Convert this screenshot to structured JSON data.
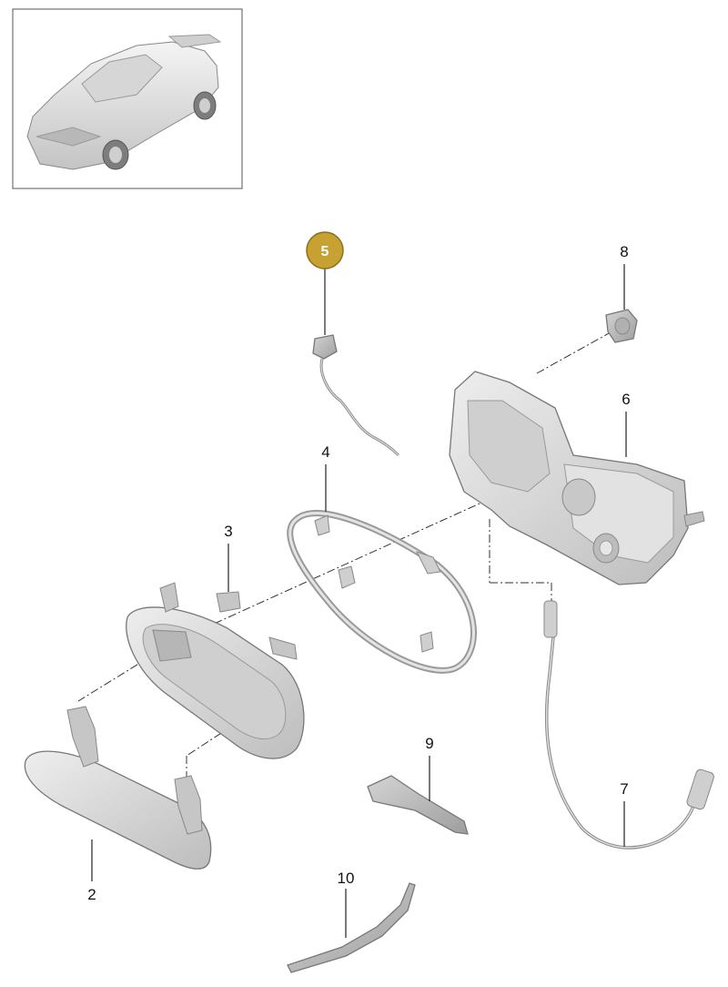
{
  "parts": [
    {
      "label": "2",
      "name": "door-handle"
    },
    {
      "label": "3",
      "name": "handle-housing"
    },
    {
      "label": "4",
      "name": "seal-frame"
    },
    {
      "label": "5",
      "name": "wire-harness",
      "highlighted": true
    },
    {
      "label": "6",
      "name": "handle-carrier"
    },
    {
      "label": "7",
      "name": "bowden-cable"
    },
    {
      "label": "8",
      "name": "grommet"
    },
    {
      "label": "9",
      "name": "key-blade"
    },
    {
      "label": "10",
      "name": "trim-strip"
    }
  ],
  "colors": {
    "highlight": "#c7a233",
    "highlight_border": "#8a6f1e",
    "part_fill": "#d9d9d9",
    "part_shade": "#bdbdbd",
    "line": "#222222"
  },
  "icons": {
    "thumbnail": "car-thumbnail-icon"
  }
}
